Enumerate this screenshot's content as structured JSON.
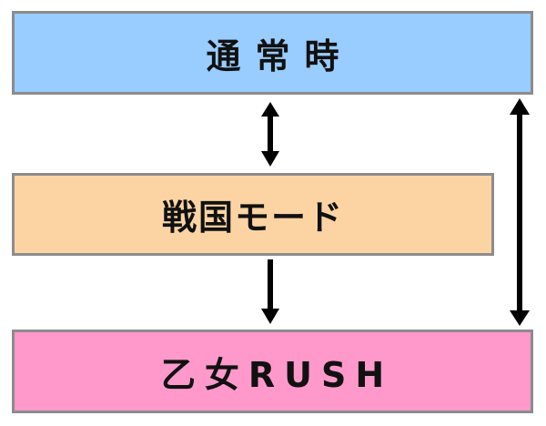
{
  "boxes": {
    "normal": {
      "label": "通常時",
      "color": "#99ccff"
    },
    "sengoku": {
      "label": "戦国モード",
      "color": "#fcd4a4"
    },
    "otome": {
      "label": "乙女RUSH",
      "color": "#ff99cc"
    }
  },
  "connections": [
    {
      "from": "normal",
      "to": "sengoku",
      "type": "bidirectional"
    },
    {
      "from": "sengoku",
      "to": "otome",
      "type": "one-way"
    },
    {
      "from": "normal",
      "to": "otome",
      "type": "bidirectional"
    }
  ],
  "colors": {
    "border": "#8c8c8c",
    "arrow": "#000000"
  }
}
